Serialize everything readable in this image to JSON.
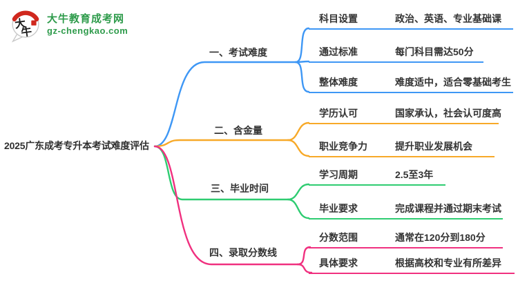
{
  "logo": {
    "icon_chars": "大牛",
    "title": "大牛教育成考网",
    "domain": "gz-chengkao.com",
    "green": "#2E9B4B",
    "red": "#D0281E"
  },
  "root": {
    "label": "2025广东成考专升本考试难度评估"
  },
  "branches": [
    {
      "label": "一、考试难度",
      "color": "#3E97F5",
      "children": [
        {
          "label": "科目设置",
          "value": "政治、英语、专业基础课"
        },
        {
          "label": "通过标准",
          "value": "每门科目需达50分"
        },
        {
          "label": "整体难度",
          "value": "难度适中，适合零基础考生"
        }
      ]
    },
    {
      "label": "二、含金量",
      "color": "#F7A928",
      "children": [
        {
          "label": "学历认可",
          "value": "国家承认，社会认可度高"
        },
        {
          "label": "职业竞争力",
          "value": "提升职业发展机会"
        }
      ]
    },
    {
      "label": "三、毕业时间",
      "color": "#2ECC71",
      "children": [
        {
          "label": "学习周期",
          "value": "2.5至3年"
        },
        {
          "label": "毕业要求",
          "value": "完成课程并通过期末考试"
        }
      ]
    },
    {
      "label": "四、录取分数线",
      "color": "#F0307F",
      "children": [
        {
          "label": "分数范围",
          "value": "通常在120分到180分"
        },
        {
          "label": "具体要求",
          "value": "根据高校和专业有所差异"
        }
      ]
    }
  ]
}
